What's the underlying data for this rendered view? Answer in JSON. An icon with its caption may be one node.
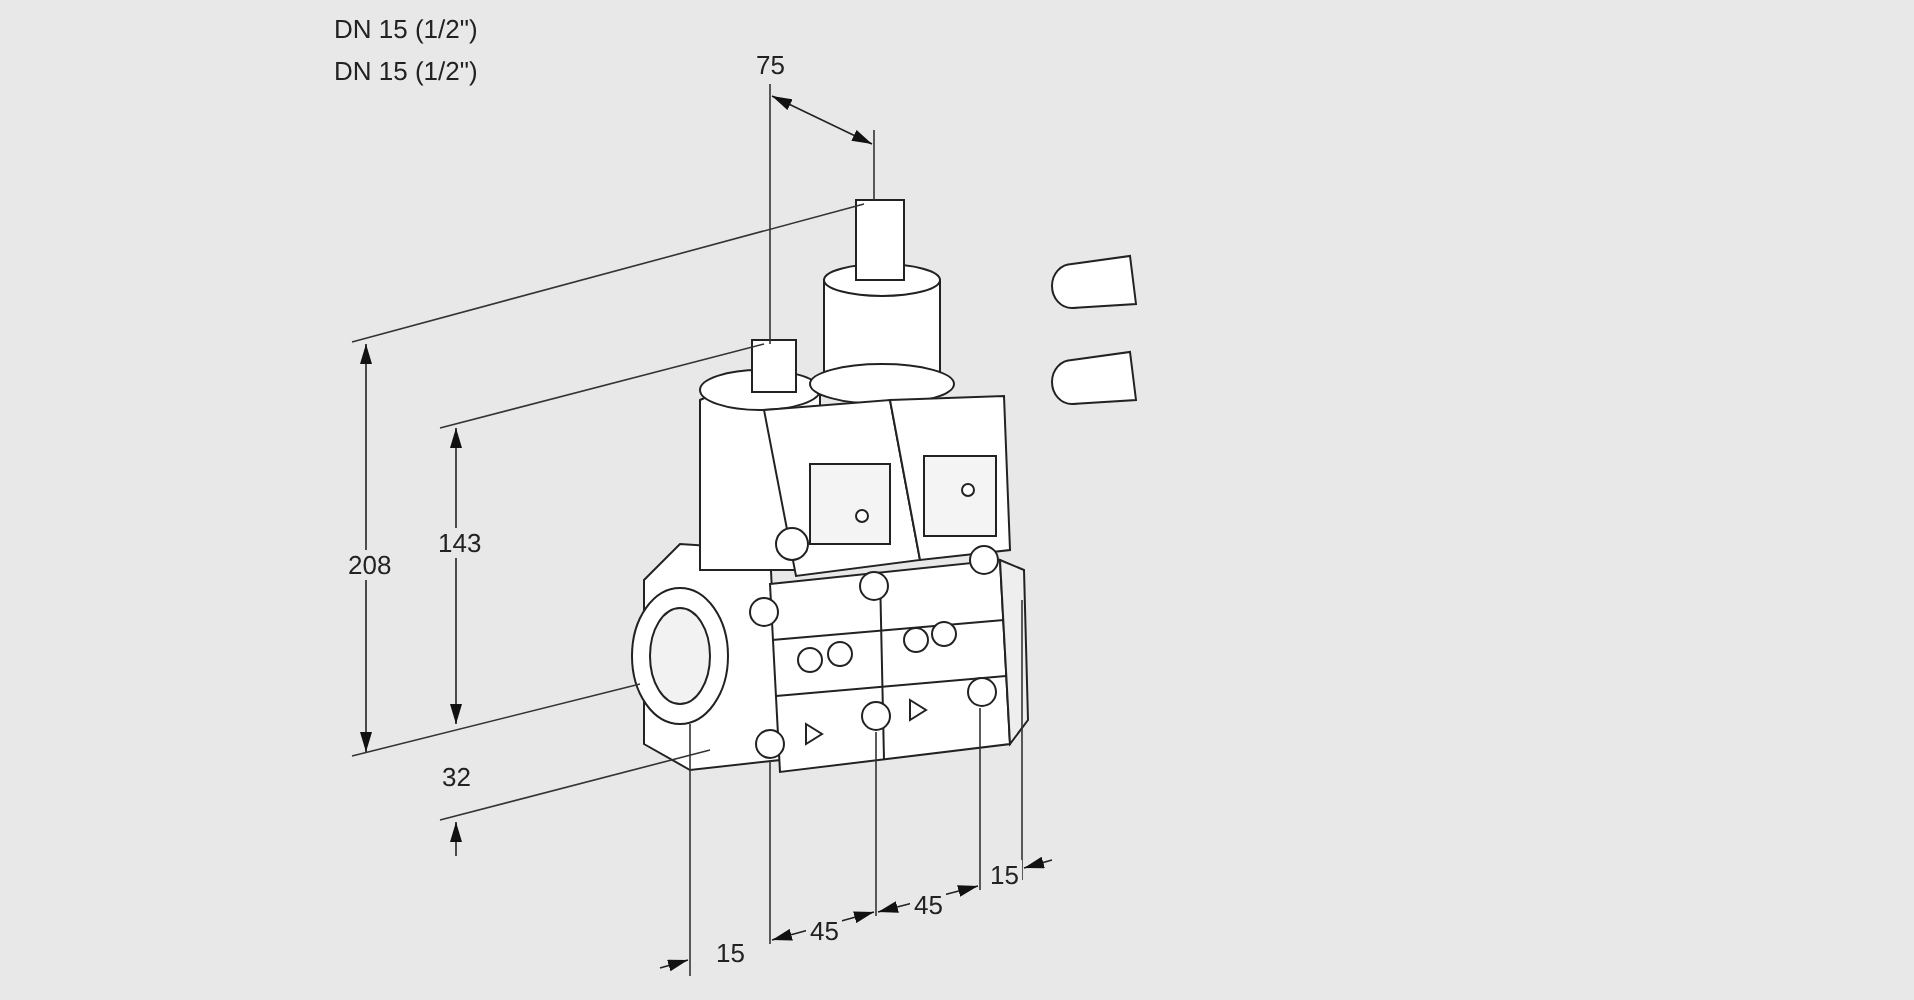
{
  "diagram": {
    "labels": [
      "DN 15 (1/2\")",
      "DN 15 (1/2\")",
      "75",
      "208",
      "143",
      "32",
      "15",
      "45",
      "45",
      "15"
    ]
  }
}
